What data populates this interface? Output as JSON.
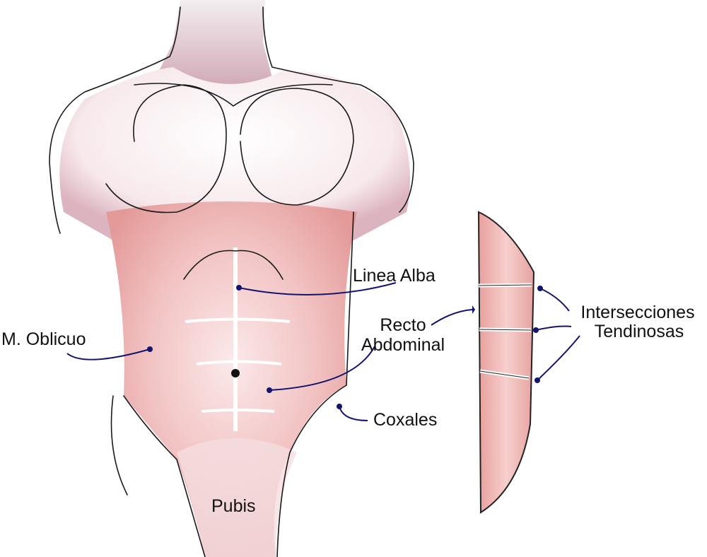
{
  "labels": {
    "linea_alba": "Linea Alba",
    "recto_line1": "Recto",
    "recto_line2": "Abdominal",
    "oblicuo": "M. Oblicuo",
    "coxales": "Coxales",
    "pubis": "Pubis",
    "intersecciones_line1": "Intersecciones",
    "intersecciones_line2": "Tendinosas"
  },
  "colors": {
    "muscle": "#e8a3a0",
    "skin": "#f7e6e8",
    "shadow": "#d9b3bd",
    "leader": "#14146e"
  }
}
